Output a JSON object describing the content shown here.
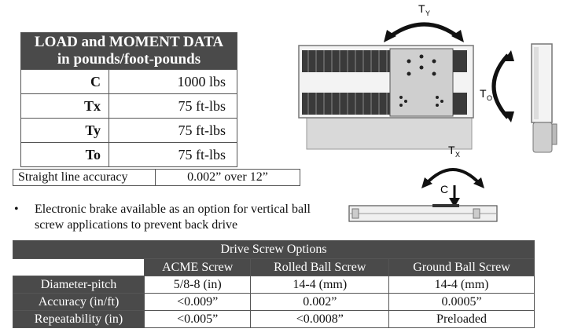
{
  "load_table": {
    "title_line1": "LOAD and MOMENT DATA",
    "title_line2": "in pounds/foot-pounds",
    "rows": [
      {
        "label": "C",
        "value": "1000 lbs"
      },
      {
        "label": "Tx",
        "value": "75 ft-lbs"
      },
      {
        "label": "Ty",
        "value": "75 ft-lbs"
      },
      {
        "label": "To",
        "value": "75 ft-lbs"
      }
    ]
  },
  "accuracy": {
    "label": "Straight line accuracy",
    "value": "0.002” over 12”"
  },
  "bullet": {
    "symbol": "•",
    "text": "Electronic brake available as an option for vertical ball screw applications to prevent back drive"
  },
  "diagram_labels": {
    "ty": "T",
    "ty_sub": "Y",
    "to": "T",
    "to_sub": "O",
    "tx": "T",
    "tx_sub": "X",
    "c": "C"
  },
  "drive_table": {
    "title": "Drive Screw Options",
    "columns": [
      "ACME Screw",
      "Rolled Ball Screw",
      "Ground Ball Screw"
    ],
    "rows": [
      {
        "label": "Diameter-pitch",
        "values": [
          "5/8-8 (in)",
          "14-4 (mm)",
          "14-4 (mm)"
        ]
      },
      {
        "label": "Accuracy (in/ft)",
        "values": [
          "<0.009”",
          "0.002”",
          "0.0005”"
        ]
      },
      {
        "label": "Repeatability (in)",
        "values": [
          "<0.005”",
          "<0.0008”",
          "Preloaded"
        ]
      }
    ]
  },
  "colors": {
    "header_bg": "#4a4a4a",
    "header_text": "#ffffff",
    "border": "#555555"
  }
}
